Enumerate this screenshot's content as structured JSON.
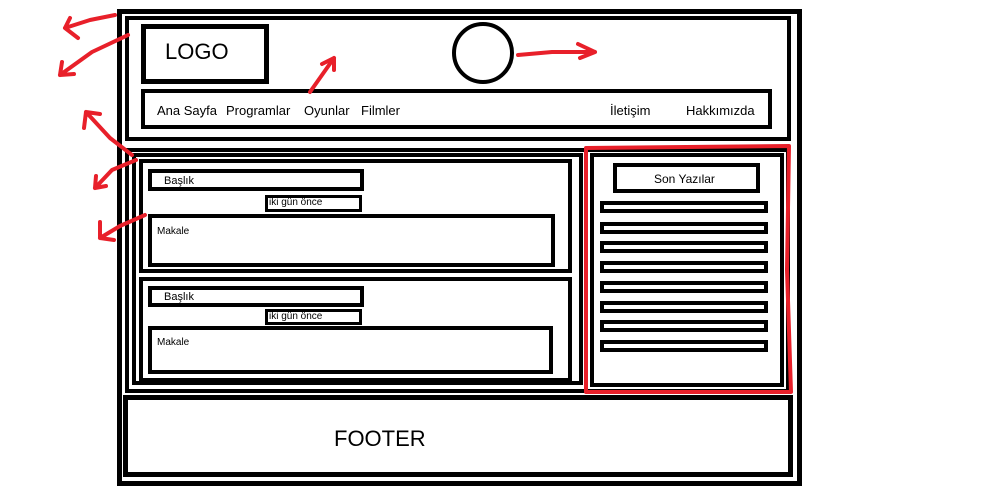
{
  "header": {
    "logo_text": "LOGO",
    "nav": {
      "left": [
        "Ana Sayfa",
        "Programlar",
        "Oyunlar",
        "Filmler"
      ],
      "right": [
        "İletişim",
        "Hakkımızda"
      ]
    }
  },
  "posts": [
    {
      "title": "Başlık",
      "date": "iki gün önce",
      "body": "Makale"
    },
    {
      "title": "Başlık",
      "date": "iki gün önce",
      "body": "Makale"
    }
  ],
  "sidebar": {
    "title": "Son Yazılar",
    "item_count": 8
  },
  "footer": {
    "text": "FOOTER"
  },
  "colors": {
    "ink": "#000000",
    "annotation": "#e8202a"
  }
}
